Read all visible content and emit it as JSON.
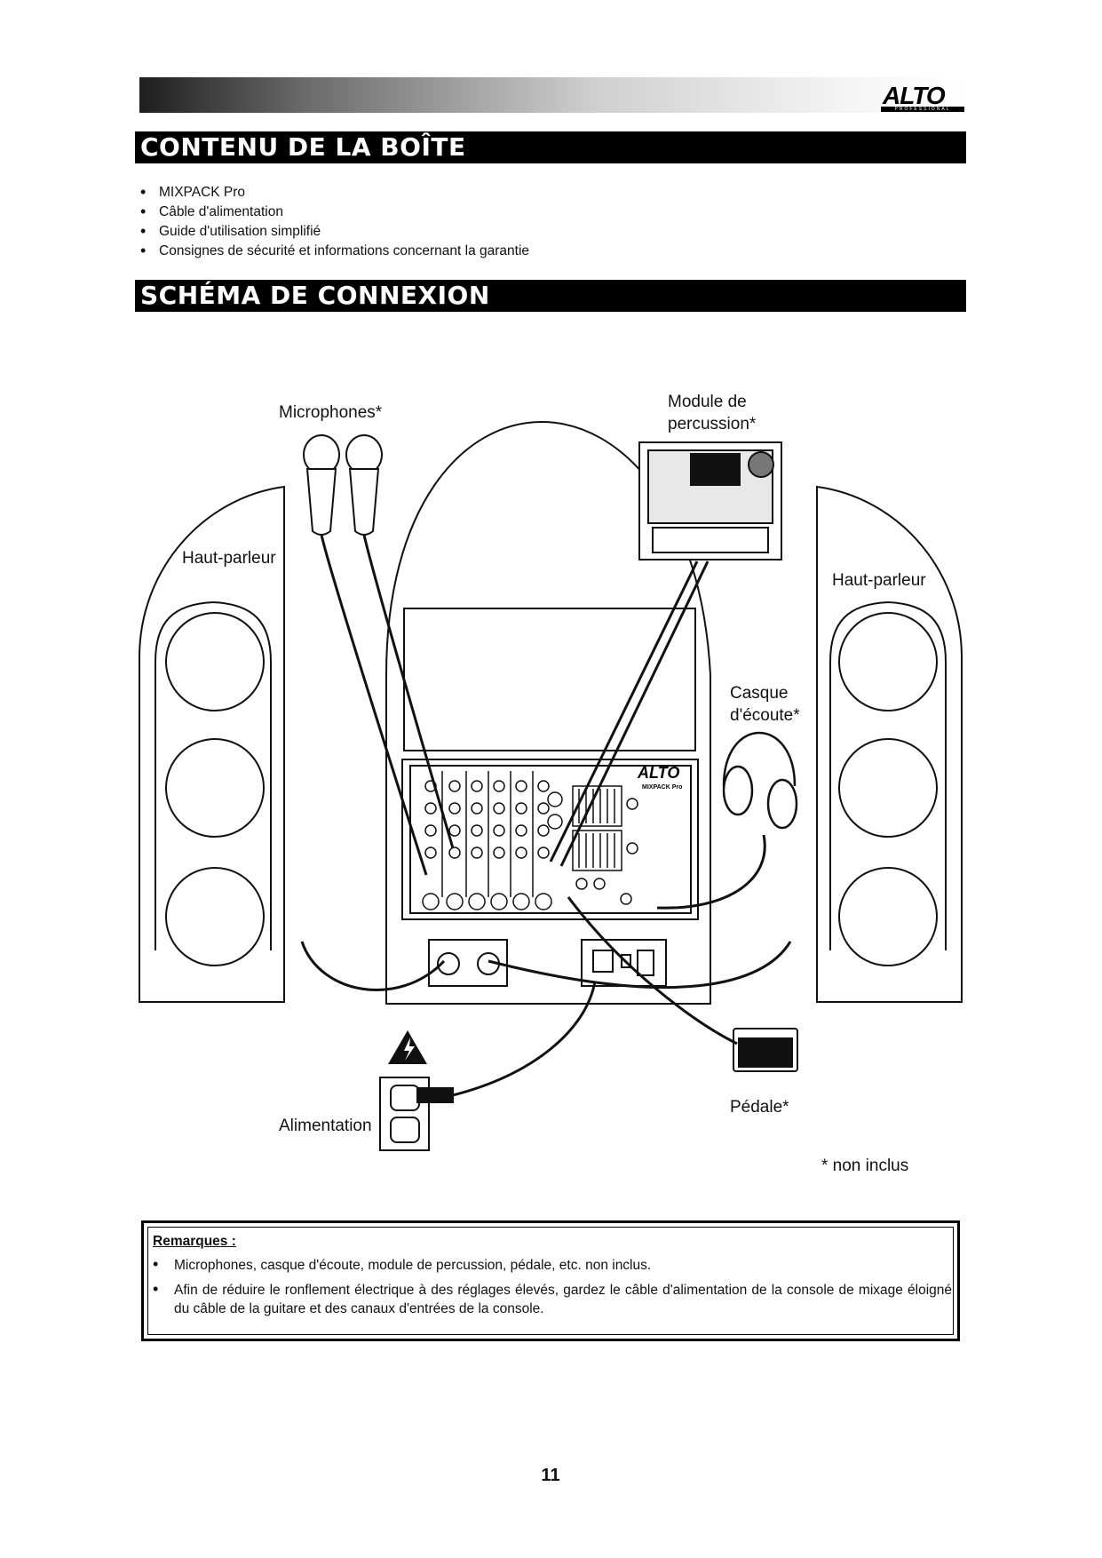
{
  "brand": {
    "logo": "ALTO",
    "logo_sub": "PROFESSIONAL"
  },
  "sections": {
    "contents": {
      "title": "CONTENU DE LA BOÎTE",
      "items": [
        "MIXPACK Pro",
        "Câble d'alimentation",
        "Guide d'utilisation simplifié",
        "Consignes de sécurité et informations concernant la garantie"
      ]
    },
    "diagram": {
      "title": "SCHÉMA DE CONNEXION",
      "labels": {
        "microphones": "Microphones*",
        "module_line1": "Module de",
        "module_line2": "percussion*",
        "speaker_left": "Haut-parleur",
        "speaker_right": "Haut-parleur",
        "headphones_line1": "Casque",
        "headphones_line2": "d'écoute*",
        "pedal": "Pédale*",
        "power": "Alimentation",
        "footnote": "* non inclus"
      },
      "mixer_logo": "ALTO",
      "mixer_model": "MIXPACK Pro"
    }
  },
  "notes": {
    "title": "Remarques :",
    "items": [
      "Microphones, casque d'écoute, module de percussion, pédale, etc. non inclus.",
      "Afin de réduire le ronflement électrique à des réglages élevés, gardez le câble d'alimentation de la console de mixage éloigné du câble de la guitare et des canaux d'entrées de la console."
    ]
  },
  "page_number": "11"
}
